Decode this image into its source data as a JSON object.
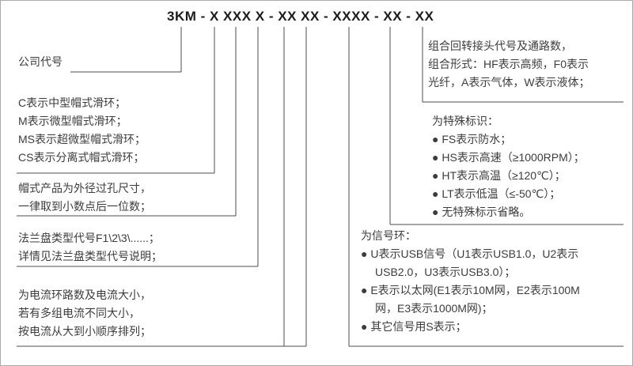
{
  "title": "3KM - X XXX X - XX XX - XXXX - XX - XX",
  "left": {
    "company_code": "公司代号",
    "cap_type": [
      "C表示中型帽式滑环；",
      "M表示微型帽式滑环；",
      "MS表示超微型帽式滑环；",
      "CS表示分离式帽式滑环；"
    ],
    "outer_diameter": [
      "帽式产品为外径过孔尺寸，",
      "一律取到小数点后一位数；"
    ],
    "flange": [
      "法兰盘类型代号F1\\2\\3\\......；",
      "详情见法兰盘类型代号说明；"
    ],
    "current": [
      "为电流环路数及电流大小，",
      "若有多组电流不同大小，",
      "按电流从大到小顺序排列；"
    ]
  },
  "right": {
    "rotary_joint": [
      "组合回转接头代号及通路数，",
      "组合形式：HF表示高频，F0表示",
      "光纤，A表示气体，W表示液体；"
    ],
    "special_marks": [
      "为特殊标识：",
      "● FS表示防水；",
      "● HS表示高速（≥1000RPM）；",
      "● HT表示高温（≥120℃）；",
      "● LT表示低温（≤-50℃）；",
      "● 无特殊标示省略。"
    ],
    "signal_rings": [
      "为信号环：",
      "● U表示USB信号（U1表示USB1.0，U2表示",
      "USB2.0，U3表示USB3.0）；",
      "● E表示以太网(E1表示10M网，E2表示100M",
      "网，E3表示1000M网)；",
      "● 其它信号用S表示；"
    ]
  }
}
